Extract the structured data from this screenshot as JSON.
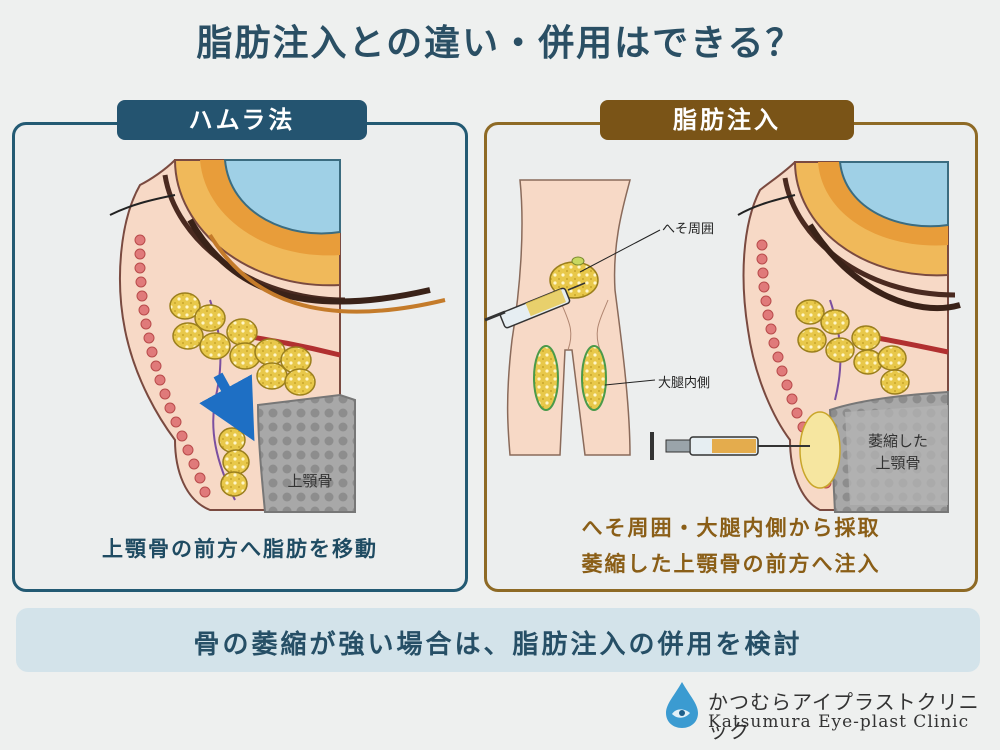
{
  "title": "脂肪注入との違い・併用はできる？",
  "left_panel": {
    "tab": "ハムラ法",
    "bone_label": "上顎骨",
    "caption": "上顎骨の前方へ脂肪を移動"
  },
  "right_panel": {
    "tab": "脂肪注入",
    "label_navel": "へそ周囲",
    "label_thigh": "大腿内側",
    "bone_label_line1": "萎縮した",
    "bone_label_line2": "上顎骨",
    "caption_line1": "へそ周囲・大腿内側から採取",
    "caption_line2": "萎縮した上顎骨の前方へ注入"
  },
  "bottom": {
    "text": "骨の萎縮が強い場合は、脂肪注入の併用を検討"
  },
  "logo": {
    "jp": "かつむらアイプラストクリニック",
    "en": "Katsumura Eye-plast Clinic"
  },
  "colors": {
    "navy": "#245470",
    "brown": "#7a5417",
    "skin": "#f7d9c6",
    "fat": "#e8c84a",
    "bone": "#9c9c9c",
    "muscle": "#d55a5a",
    "eye": "#9fd0e6"
  }
}
